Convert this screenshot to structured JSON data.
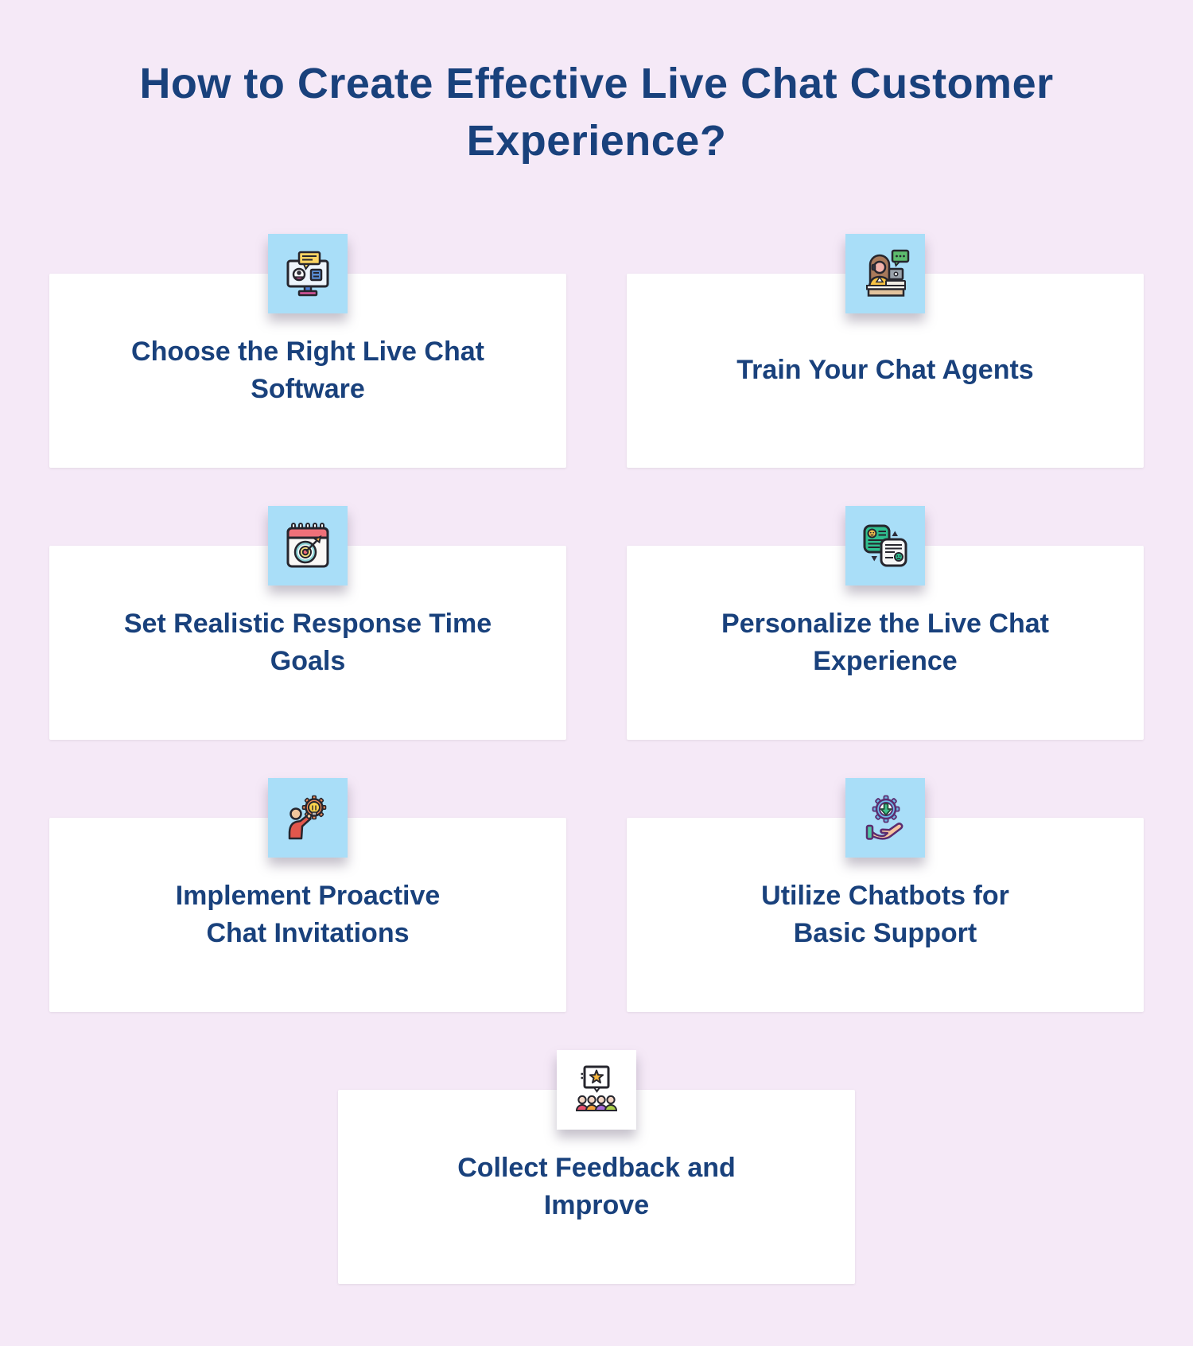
{
  "title": {
    "text": "How to Create Effective Live Chat Customer Experience?"
  },
  "colors": {
    "background": "#f5e9f7",
    "card_background": "#ffffff",
    "text_navy": "#19417c",
    "badge_blue": "#a9def8",
    "badge_white": "#ffffff"
  },
  "cards": [
    {
      "title": "Choose the Right Live Chat\nSoftware",
      "icon": "live-chat-software-icon",
      "badge_color": "#a9def8"
    },
    {
      "title": "Train Your Chat Agents",
      "icon": "chat-agent-icon",
      "badge_color": "#a9def8"
    },
    {
      "title": "Set Realistic Response Time\nGoals",
      "icon": "response-time-calendar-target-icon",
      "badge_color": "#a9def8"
    },
    {
      "title": "Personalize the Live Chat\nExperience",
      "icon": "personalized-chat-messages-icon",
      "badge_color": "#a9def8"
    },
    {
      "title": "Implement Proactive\nChat Invitations",
      "icon": "proactive-idea-person-icon",
      "badge_color": "#a9def8"
    },
    {
      "title": "Utilize Chatbots for\nBasic Support",
      "icon": "chatbot-hand-gear-icon",
      "badge_color": "#a9def8"
    },
    {
      "title": "Collect Feedback and\nImprove",
      "icon": "feedback-people-icon",
      "badge_color": "#ffffff"
    }
  ]
}
